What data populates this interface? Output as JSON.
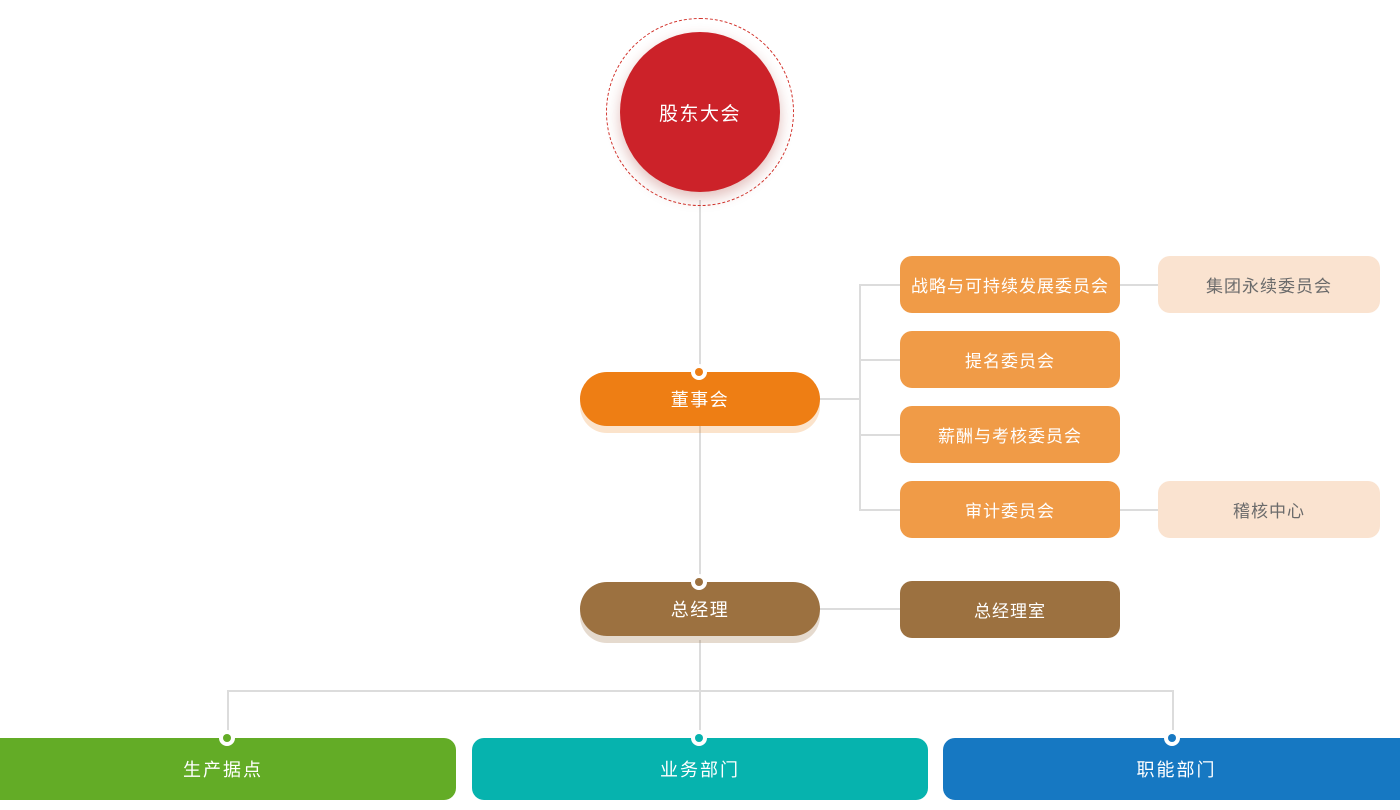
{
  "chart": {
    "title": "",
    "type": "org-chart",
    "colors": {
      "shareholders_red": "#CC2229",
      "board_orange": "#EE7E14",
      "committee_orange": "#F09B47",
      "light_peach": "#FAE3D0",
      "manager_brown": "#9C7140",
      "production_green": "#63AC26",
      "business_teal": "#06B3AE",
      "functional_blue": "#1678C2",
      "connector_gray": "#DCDCDC",
      "light_text_gray": "#6B6B6B"
    }
  },
  "nodes": {
    "shareholders": {
      "label": "股东大会"
    },
    "board": {
      "label": "董事会"
    },
    "general_manager": {
      "label": "总经理"
    },
    "general_manager_office": {
      "label": "总经理室"
    }
  },
  "committees": [
    {
      "label": "战略与可持续发展委员会"
    },
    {
      "label": "提名委员会"
    },
    {
      "label": "薪酬与考核委员会"
    },
    {
      "label": "审计委员会"
    }
  ],
  "committee_links": [
    {
      "label": "集团永续委员会"
    },
    {
      "label": "稽核中心"
    }
  ],
  "departments": [
    {
      "label": "生产据点"
    },
    {
      "label": "业务部门"
    },
    {
      "label": "职能部门"
    }
  ]
}
